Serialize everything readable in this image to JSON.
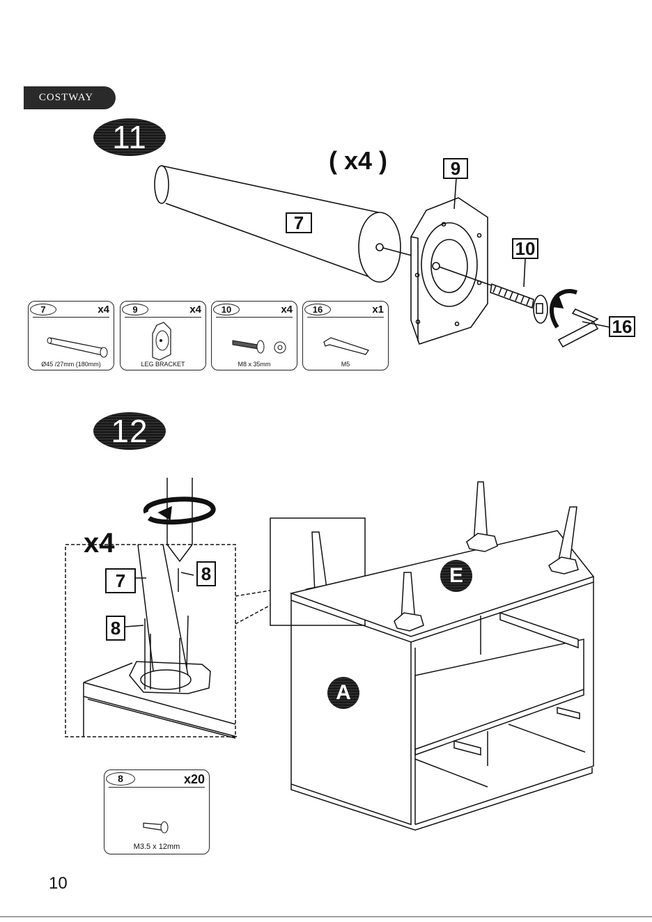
{
  "brand": "COSTWAY",
  "step11": {
    "number": "11",
    "quantity": "( x4 )",
    "labels": {
      "leg": "7",
      "bracket": "9",
      "bolt": "10",
      "wrench": "16"
    },
    "parts": [
      {
        "num": "7",
        "count": "x4",
        "caption": "Ø45 /27mm (180mm)"
      },
      {
        "num": "9",
        "count": "x4",
        "caption": "LEG BRACKET"
      },
      {
        "num": "10",
        "count": "x4",
        "caption": "M8 x 35mm"
      },
      {
        "num": "16",
        "count": "x1",
        "caption": "M5"
      }
    ]
  },
  "step12": {
    "number": "12",
    "repeat": "x4",
    "labels": {
      "leg": "7",
      "screw_a": "8",
      "screw_b": "8",
      "panel_a": "A",
      "panel_e": "E"
    },
    "part": {
      "num": "8",
      "count": "x20",
      "caption": "M3.5 x 12mm"
    }
  },
  "page_number": "10"
}
